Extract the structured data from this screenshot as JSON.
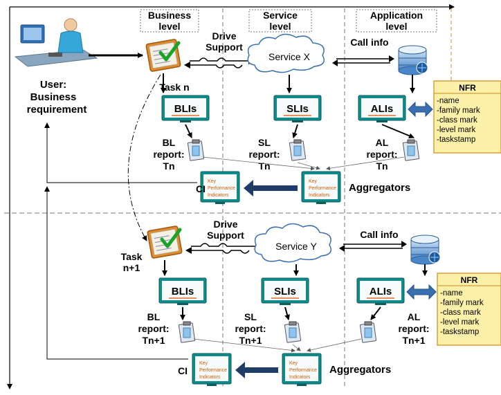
{
  "columns": {
    "business": [
      "Business",
      "level"
    ],
    "service": [
      "Service",
      "level"
    ],
    "application": [
      "Application",
      "level"
    ]
  },
  "user_label": [
    "User:",
    "Business",
    "requirement"
  ],
  "nfr": {
    "title": "NFR",
    "items": [
      "-name",
      "-family mark",
      "-class mark",
      "-level mark",
      "-taskstamp"
    ]
  },
  "kpi": [
    "Key",
    "Performance",
    "Indicators"
  ],
  "top": {
    "drive_support": [
      "Drive",
      "Support"
    ],
    "service_name": "Service X",
    "call_info": "Call info",
    "task": [
      "Task n"
    ],
    "blis": "BLIs",
    "slis": "SLIs",
    "alis": "ALIs",
    "bl_report": [
      "BL",
      "report:",
      "Tn"
    ],
    "sl_report": [
      "SL",
      "report:",
      "Tn"
    ],
    "al_report": [
      "AL",
      "report:",
      "Tn"
    ],
    "ci": "CI",
    "aggregators": "Aggregators"
  },
  "bottom": {
    "drive_support": [
      "Drive",
      "Support"
    ],
    "service_name": "Service Y",
    "call_info": "Call info",
    "task": [
      "Task",
      "n+1"
    ],
    "blis": "BLIs",
    "slis": "SLIs",
    "alis": "ALIs",
    "bl_report": [
      "BL",
      "report:",
      "Tn+1"
    ],
    "sl_report": [
      "SL",
      "report:",
      "Tn+1"
    ],
    "al_report": [
      "AL",
      "report:",
      "Tn+1"
    ],
    "ci": "CI",
    "aggregators": "Aggregators"
  },
  "colors": {
    "screen": "#0f8a8a",
    "nfr_fill": "#fdf0a8",
    "nfr_border": "#c98a1f",
    "kpi_text": "#d45a00",
    "thick_arrow": "#1f3d66",
    "blue_double": "#3a6fb0"
  }
}
